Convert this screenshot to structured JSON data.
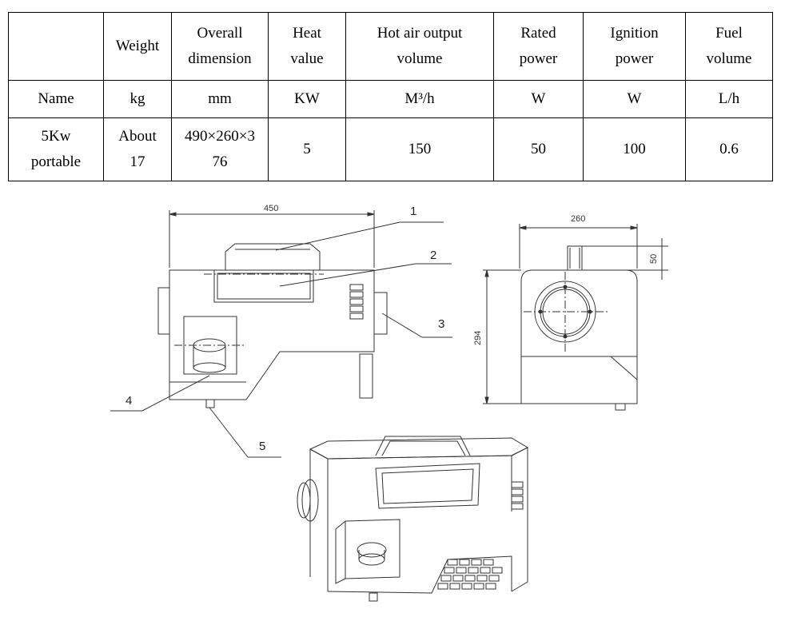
{
  "spec_table": {
    "headers": [
      "",
      "Weight",
      "Overall\ndimension",
      "Heat\nvalue",
      "Hot air output\nvolume",
      "Rated\npower",
      "Ignition\npower",
      "Fuel\nvolume"
    ],
    "units": [
      "Name",
      "kg",
      "mm",
      "KW",
      "M³/h",
      "W",
      "W",
      "L/h"
    ],
    "values": [
      "5Kw\nportable",
      "About\n17",
      "490×260×3\n76",
      "5",
      "150",
      "50",
      "100",
      "0.6"
    ]
  },
  "drawing": {
    "dimensions": {
      "front_width": "450",
      "side_width": "260",
      "side_height": "294",
      "handle_height": "50"
    },
    "callouts": [
      "1",
      "2",
      "3",
      "4",
      "5"
    ]
  }
}
